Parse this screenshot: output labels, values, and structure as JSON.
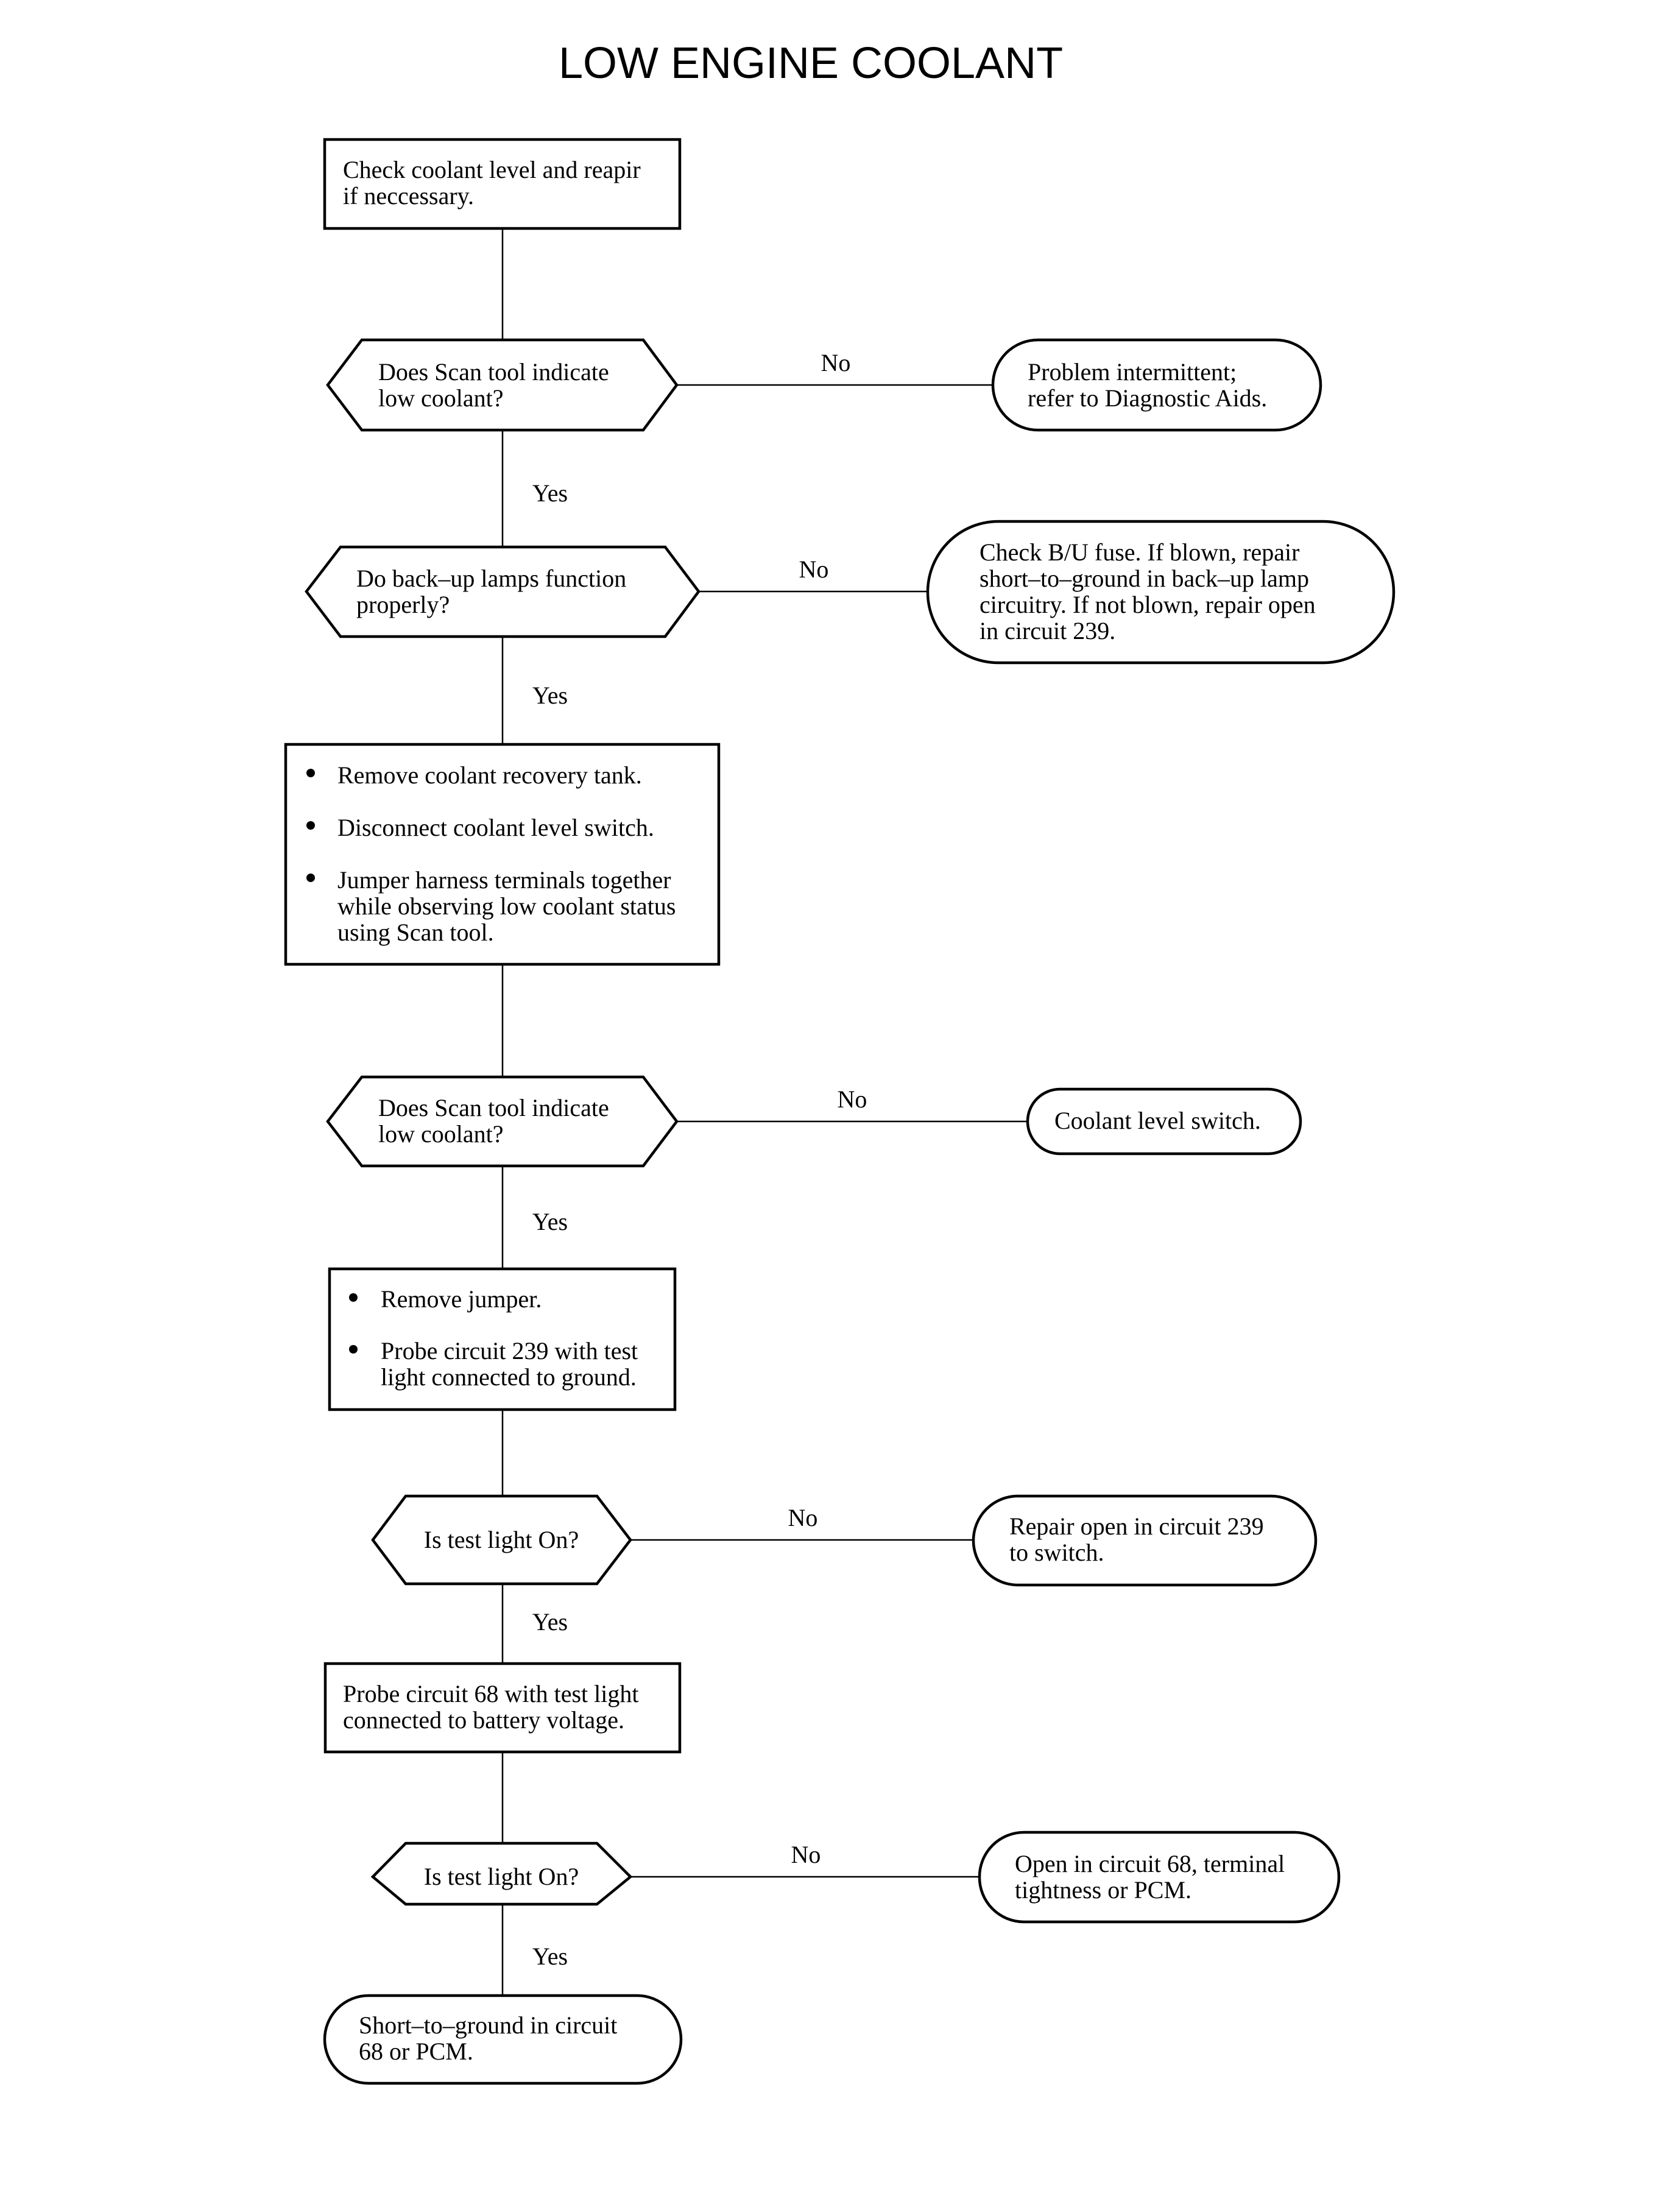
{
  "title": "LOW ENGINE COOLANT",
  "nodes": {
    "check_level": {
      "lines": [
        "Check coolant level and reapir",
        "if neccessary."
      ]
    },
    "q_scan_1": {
      "lines": [
        "Does Scan tool indicate",
        "low coolant?"
      ]
    },
    "intermittent": {
      "lines": [
        "Problem intermittent;",
        "refer to Diagnostic Aids."
      ]
    },
    "q_backup": {
      "lines": [
        "Do back–up lamps function",
        "properly?"
      ]
    },
    "bu_fuse": {
      "lines": [
        "Check B/U fuse. If blown, repair",
        "short–to–ground in back–up lamp",
        "circuitry. If not blown, repair open",
        "in circuit 239."
      ]
    },
    "remove_tank": {
      "bullets": [
        [
          "Remove coolant recovery tank."
        ],
        [
          "Disconnect coolant level switch."
        ],
        [
          "Jumper harness terminals together",
          "while observing low coolant status",
          "using Scan tool."
        ]
      ]
    },
    "q_scan_2": {
      "lines": [
        "Does Scan tool indicate",
        "low coolant?"
      ]
    },
    "coolant_switch": {
      "lines": [
        "Coolant level switch."
      ]
    },
    "remove_jumper": {
      "bullets": [
        [
          "Remove jumper."
        ],
        [
          "Probe circuit 239 with test",
          "light connected to ground."
        ]
      ]
    },
    "q_light_1": {
      "lines": [
        "Is test light On?"
      ]
    },
    "repair_239": {
      "lines": [
        "Repair open in circuit 239",
        "to switch."
      ]
    },
    "probe_68": {
      "lines": [
        "Probe circuit 68 with test light",
        "connected to battery voltage."
      ]
    },
    "q_light_2": {
      "lines": [
        "Is test light On?"
      ]
    },
    "open_68": {
      "lines": [
        "Open in circuit 68, terminal",
        "tightness or PCM."
      ]
    },
    "short_68": {
      "lines": [
        "Short–to–ground in circuit",
        "68 or PCM."
      ]
    }
  },
  "edge_labels": {
    "yes": "Yes",
    "no": "No"
  }
}
